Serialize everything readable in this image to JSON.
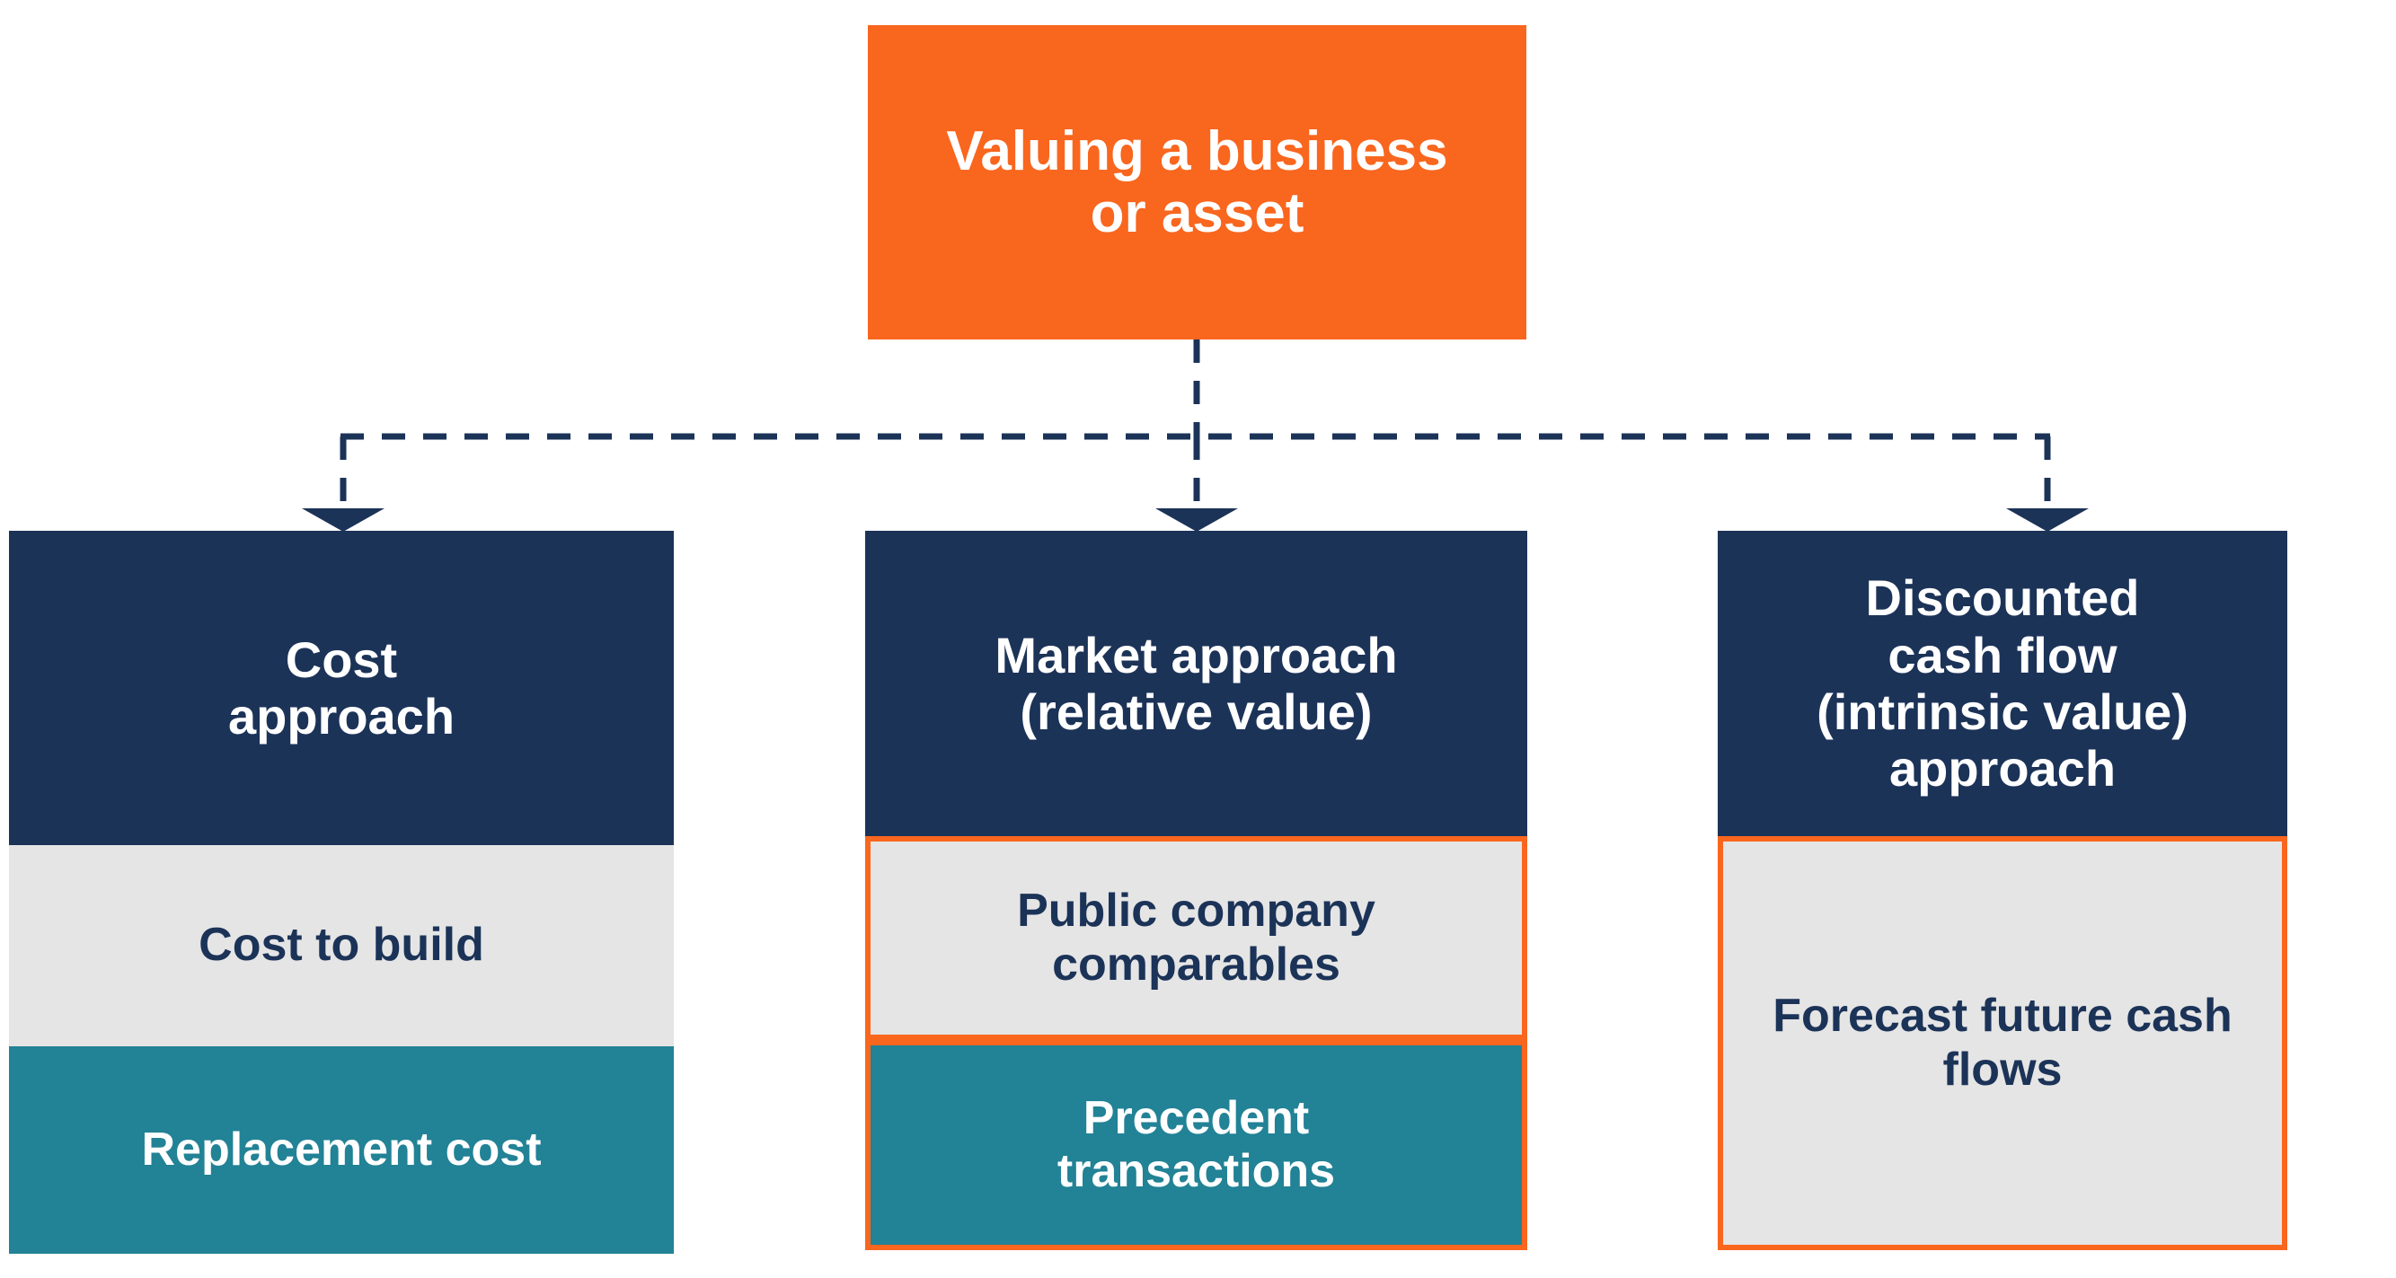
{
  "diagram": {
    "title_node": {
      "label": "Valuing a business\nor asset",
      "color": "#F9661E",
      "text_color": "#FFFFFF"
    },
    "colors": {
      "orange": "#F9661E",
      "navy": "#1C3358",
      "teal": "#228296",
      "gray": "#E5E5E5",
      "white": "#FFFFFF"
    },
    "branches": [
      {
        "id": "cost-approach",
        "header": "Cost\napproach",
        "header_color": "#1C3358",
        "highlighted": false,
        "items": [
          {
            "label": "Cost to build",
            "fill": "gray",
            "highlighted": false
          },
          {
            "label": "Replacement cost",
            "fill": "teal",
            "highlighted": false
          }
        ]
      },
      {
        "id": "market-approach",
        "header": "Market approach\n(relative value)",
        "header_color": "#1C3358",
        "highlighted": true,
        "items": [
          {
            "label": "Public company\ncomparables",
            "fill": "gray",
            "highlighted": true
          },
          {
            "label": "Precedent\ntransactions",
            "fill": "teal",
            "highlighted": true
          }
        ]
      },
      {
        "id": "dcf-approach",
        "header": "Discounted\ncash flow\n(intrinsic value)\napproach",
        "header_color": "#1C3358",
        "highlighted": true,
        "items": [
          {
            "label": "Forecast future cash\nflows",
            "fill": "gray",
            "highlighted": true
          }
        ]
      }
    ],
    "connector": {
      "style": "dashed",
      "color": "#1C3358",
      "arrow": "down-triangle"
    }
  }
}
